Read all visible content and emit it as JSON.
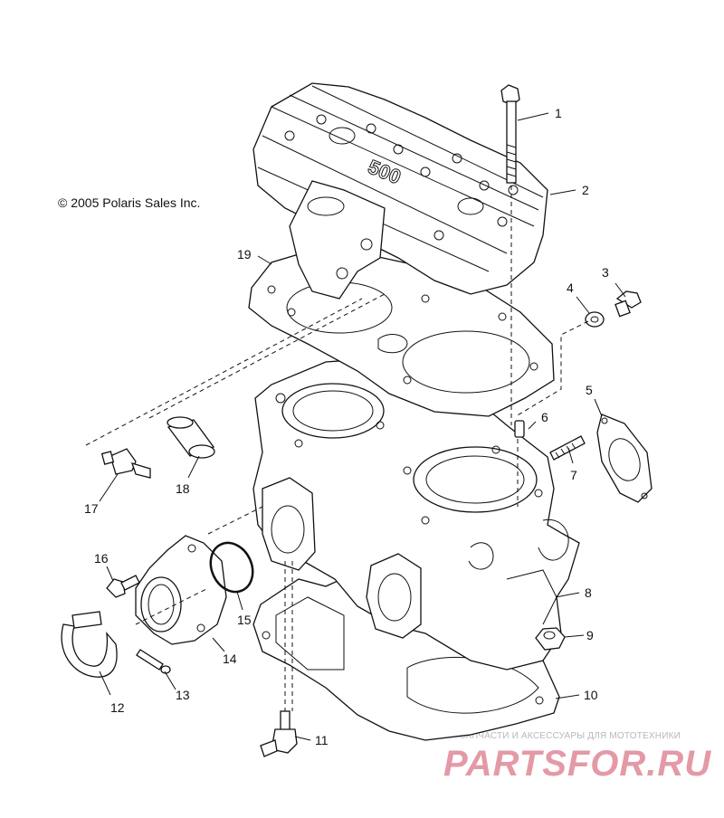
{
  "copyright": "© 2005 Polaris Sales Inc.",
  "watermark": {
    "subtitle": "ЗАПЧАСТИ И АКСЕССУАРЫ ДЛЯ МОТОТЕХНИКИ",
    "brand": "PARTSFOR.RU"
  },
  "embossed_text": "500",
  "callouts": [
    "1",
    "2",
    "3",
    "4",
    "5",
    "6",
    "7",
    "8",
    "9",
    "10",
    "11",
    "12",
    "13",
    "14",
    "15",
    "16",
    "17",
    "18",
    "19"
  ]
}
